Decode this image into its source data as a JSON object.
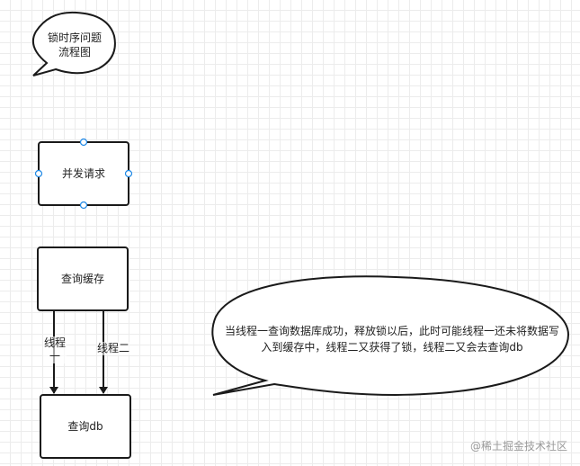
{
  "bubble_top": {
    "text": "锁时序问题\n流程图"
  },
  "nodes": {
    "concurrent": {
      "label": "并发请求"
    },
    "query_cache": {
      "label": "查询缓存"
    },
    "query_db": {
      "label": "查询db"
    }
  },
  "edges": {
    "thread_one": {
      "label": "线程\n一"
    },
    "thread_two": {
      "label": "线程二"
    }
  },
  "bubble_note": {
    "text": "当线程一查询数据库成功，释放锁以后，此时可能线程一还未将数据写入到缓存中，线程二又获得了锁，线程二又会去查询db"
  },
  "watermark": {
    "text": "@稀土掘金技术社区"
  },
  "colors": {
    "stroke": "#1a1a1a",
    "handle": "#1e88e5"
  }
}
